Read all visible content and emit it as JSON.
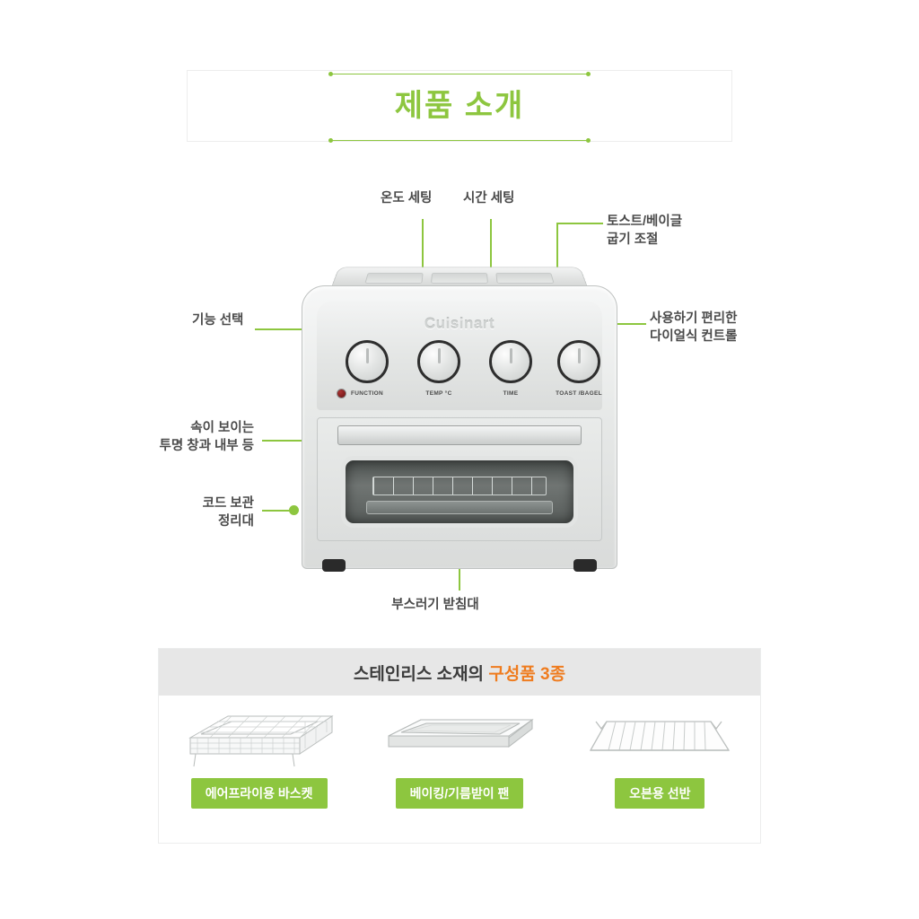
{
  "header": {
    "title": "제품 소개"
  },
  "product": {
    "brand": "Cuisinart",
    "knobs": [
      {
        "caption": "FUNCTION"
      },
      {
        "caption": "TEMP °C"
      },
      {
        "caption": "TIME"
      },
      {
        "caption": "TOAST /BAGEL"
      }
    ]
  },
  "callouts": {
    "temp_setting": "온도 세팅",
    "time_setting": "시간 세팅",
    "toast_bagel": "토스트/베이글\n굽기 조절",
    "function_select": "기능 선택",
    "dial_control": "사용하기 편리한\n다이얼식 컨트롤",
    "window_light": "속이 보이는\n투명 창과 내부 등",
    "cord_storage": "코드 보관\n정리대",
    "crumb_tray": "부스러기 받침대"
  },
  "accessories": {
    "heading_main": "스테인리스 소재의 ",
    "heading_accent": "구성품 3종",
    "items": [
      {
        "label": "에어프라이용 바스켓",
        "icon": "air-fry-basket"
      },
      {
        "label": "베이킹/기름받이 팬",
        "icon": "baking-pan"
      },
      {
        "label": "오븐용 선반",
        "icon": "oven-rack"
      }
    ]
  },
  "colors": {
    "accent_green": "#8dc63f",
    "accent_orange": "#ef7c1f",
    "text_dark": "#4a4a4a",
    "band_gray": "#e7e7e7"
  }
}
